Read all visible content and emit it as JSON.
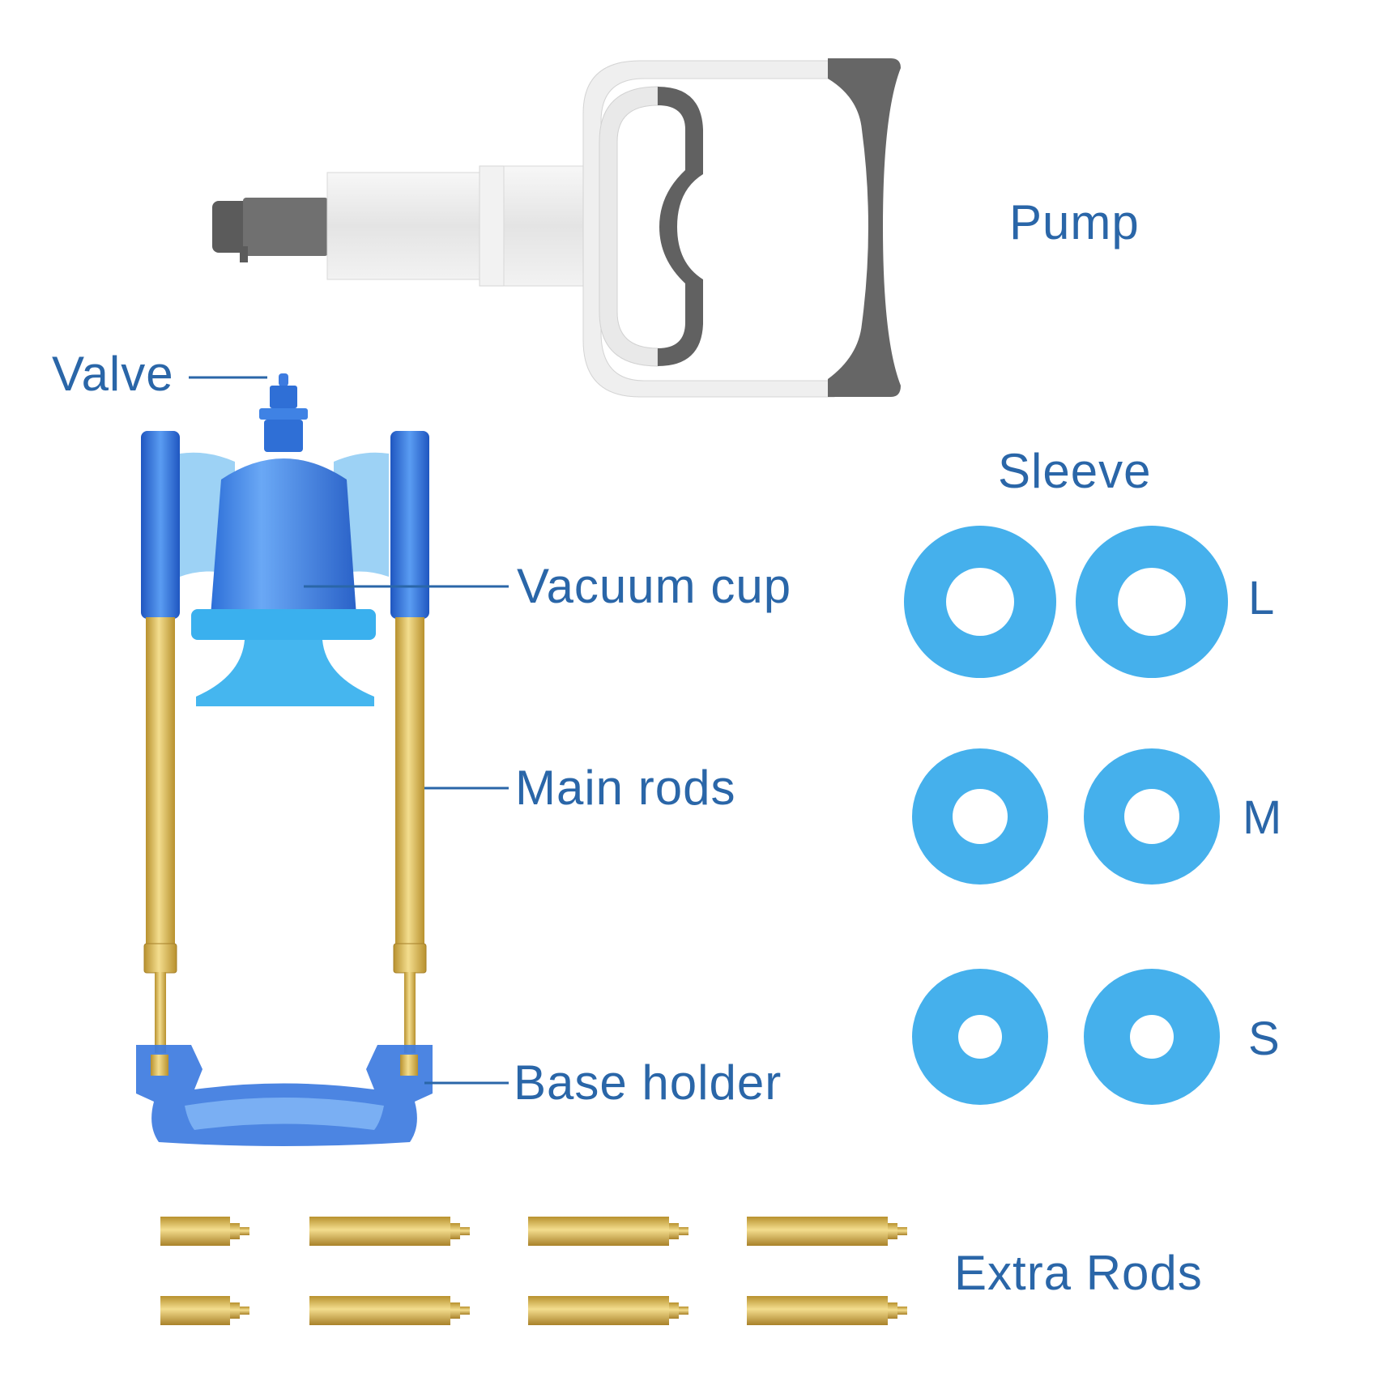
{
  "labels": {
    "pump": "Pump",
    "valve": "Valve",
    "vacuum_cup": "Vacuum cup",
    "main_rods": "Main rods",
    "base_holder": "Base holder",
    "sleeve": "Sleeve",
    "size_l": "L",
    "size_m": "M",
    "size_s": "S",
    "extra_rods": "Extra Rods"
  },
  "colors": {
    "label_text": "#2a66a8",
    "leader_line": "#2a66a8",
    "frame_blue": "#2f6fd6",
    "cup_blue": "#3a86e8",
    "sleeve_blue": "#45b0ec",
    "brass": "#d8b65a",
    "pump_white": "#efefef",
    "pump_grey": "#666666"
  },
  "sleeves": [
    {
      "size": "L",
      "count": 2
    },
    {
      "size": "M",
      "count": 2
    },
    {
      "size": "S",
      "count": 2
    }
  ],
  "extra_rods": {
    "rows": 2,
    "per_row": 4
  }
}
